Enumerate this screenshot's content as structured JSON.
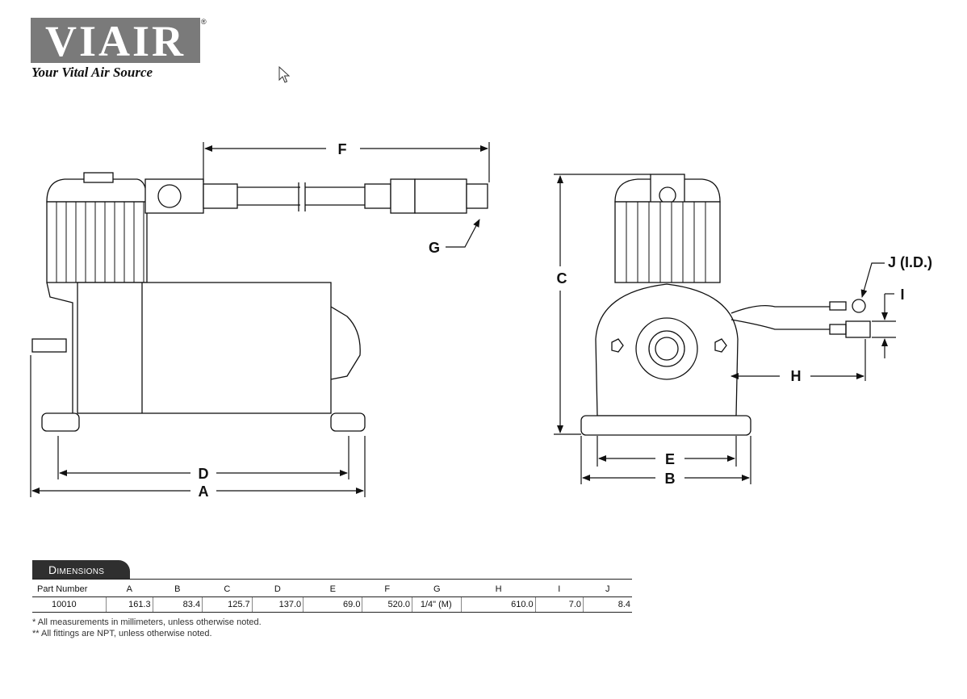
{
  "logo": {
    "brand": "VIAIR",
    "registered": "®",
    "tagline": "Your Vital Air Source"
  },
  "diagram_labels": {
    "A": "A",
    "B": "B",
    "C": "C",
    "D": "D",
    "E": "E",
    "F": "F",
    "G": "G",
    "H": "H",
    "I": "I",
    "J": "J (I.D.)"
  },
  "dimensions": {
    "header": "Dimensions",
    "columns": [
      "Part Number",
      "A",
      "B",
      "C",
      "D",
      "E",
      "F",
      "G",
      "H",
      "I",
      "J"
    ],
    "rows": [
      [
        "10010",
        "161.3",
        "83.4",
        "125.7",
        "137.0",
        "69.0",
        "520.0",
        "1/4\" (M)",
        "610.0",
        "7.0",
        "8.4"
      ]
    ],
    "notes": [
      "* All measurements in millimeters, unless otherwise noted.",
      "** All fittings are NPT, unless otherwise noted."
    ]
  },
  "colors": {
    "line": "#111111",
    "logo_gray": "#7a7a7a",
    "header_bg": "#2f2f2f"
  }
}
